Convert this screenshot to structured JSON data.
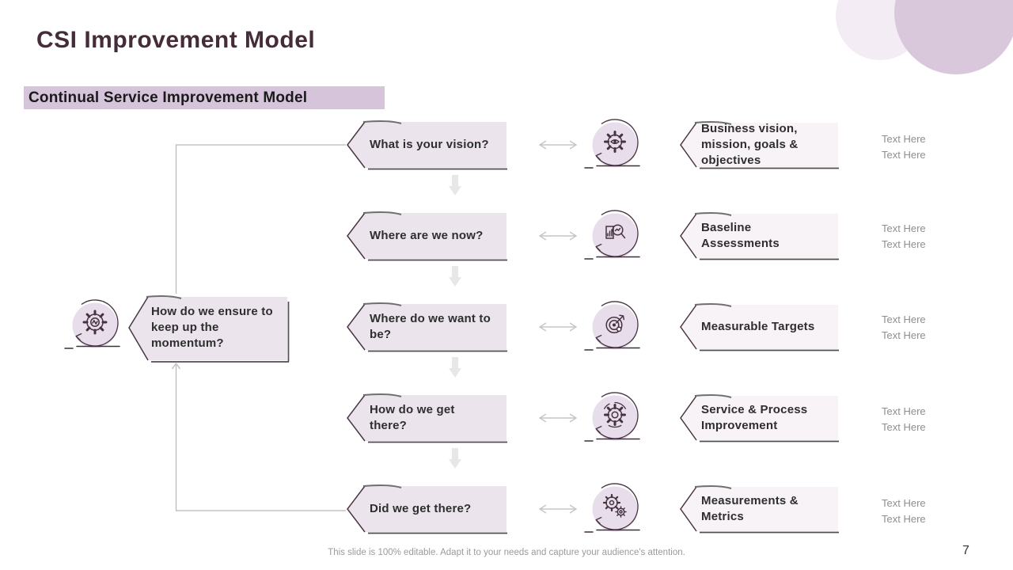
{
  "slide": {
    "title": "CSI Improvement Model",
    "subtitle": "Continual Service Improvement Model",
    "footer": "This slide is 100% editable. Adapt it to your needs and capture your audience's attention.",
    "page_number": "7"
  },
  "momentum": {
    "label": "How do we ensure to keep up the momentum?",
    "icon": "gear-pulse-icon"
  },
  "rows": [
    {
      "question": "What is your vision?",
      "answer": "Business vision, mission, goals & objectives",
      "icon": "vision-gear-eye-icon",
      "notes": [
        "Text Here",
        "Text Here"
      ]
    },
    {
      "question": "Where are we now?",
      "answer": "Baseline Assessments",
      "icon": "magnifier-chart-icon",
      "notes": [
        "Text Here",
        "Text Here"
      ]
    },
    {
      "question": "Where do we want to be?",
      "answer": "Measurable Targets",
      "icon": "target-dart-icon",
      "notes": [
        "Text Here",
        "Text Here"
      ]
    },
    {
      "question": "How do we get there?",
      "answer": "Service & Process Improvement",
      "icon": "gear-cycle-icon",
      "notes": [
        "Text Here",
        "Text Here"
      ]
    },
    {
      "question": "Did we get there?",
      "answer": "Measurements & Metrics",
      "icon": "double-gears-icon",
      "notes": [
        "Text Here",
        "Text Here"
      ]
    }
  ],
  "colors": {
    "title_text": "#452c3a",
    "subtitle_bg": "#d6c5da",
    "subtitle_text": "#1a1a1a",
    "banner_fill": "#ebe4ed",
    "answer_fill": "#f8f3f7",
    "banner_edge": "#4a3544",
    "icon_stroke": "#46333f",
    "icon_circle_fill": "#e8deeb",
    "connector": "#b8b8b8",
    "arrow_gray": "#c6c6c6",
    "down_arrow": "#e9e6ea",
    "note_text": "#8f8f8f",
    "footer_text": "#9a9a9a",
    "circle_light": "#f3ecf4",
    "circle_dark": "#d9c8dc",
    "shadow_line": "#4f4f4f"
  }
}
